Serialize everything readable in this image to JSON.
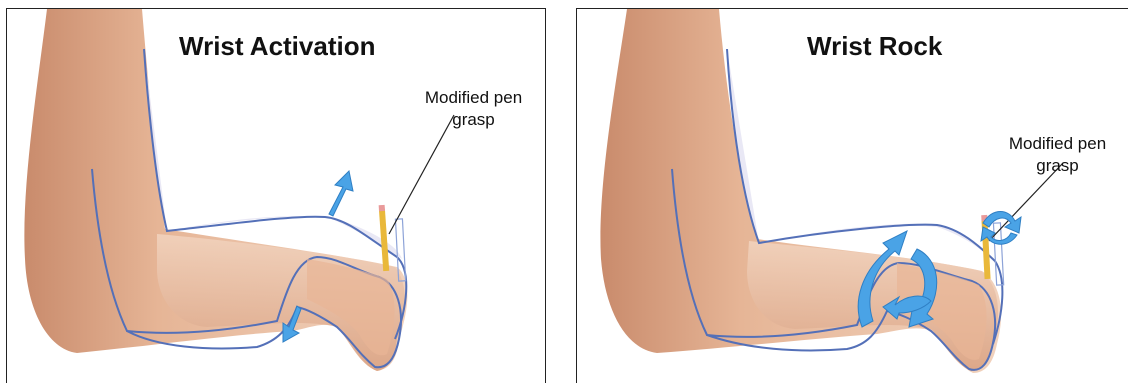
{
  "colors": {
    "skin_light": "#f1d2bd",
    "skin_mid": "#e2aa88",
    "skin_shadow": "#c98b6c",
    "outline": "#5470b8",
    "arrow": "#4aa3e6",
    "pencil": "#e9b83a"
  },
  "panels": [
    {
      "title": "Wrist Activation",
      "annotation_line1": "Modified pen",
      "annotation_line2": "grasp",
      "arrow_icons": [
        "up-arrow-icon",
        "down-arrow-icon"
      ]
    },
    {
      "title": "Wrist Rock",
      "annotation_line1": "Modified pen",
      "annotation_line2": "grasp",
      "arrow_icons": [
        "rotate-arrow-icon",
        "rotate-arrow-icon",
        "small-rotate-arrow-icon"
      ]
    }
  ]
}
